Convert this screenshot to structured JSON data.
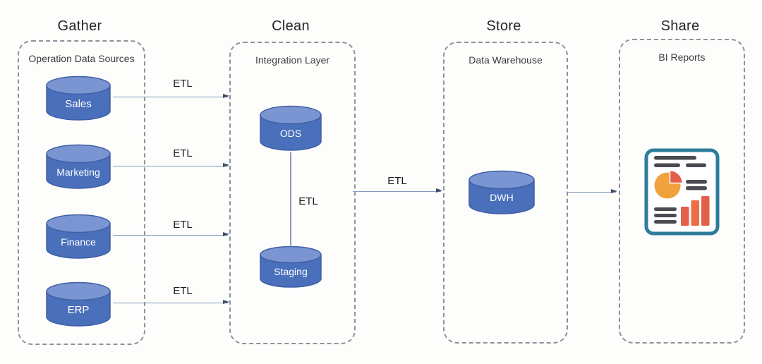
{
  "labels": {
    "etl": "ETL"
  },
  "sections": [
    {
      "id": "gather",
      "header": "Gather",
      "label": "Operation Data Sources"
    },
    {
      "id": "clean",
      "header": "Clean",
      "label": "Integration Layer"
    },
    {
      "id": "store",
      "header": "Store",
      "label": "Data Warehouse"
    },
    {
      "id": "share",
      "header": "Share",
      "label": "BI Reports"
    }
  ],
  "cylinders": {
    "sales": "Sales",
    "marketing": "Marketing",
    "finance": "Finance",
    "erp": "ERP",
    "ods": "ODS",
    "staging": "Staging",
    "dwh": "DWH"
  },
  "flow": [
    "Sales -ETL-> Integration Layer",
    "Marketing -ETL-> Integration Layer",
    "Finance -ETL-> Integration Layer",
    "ERP -ETL-> Integration Layer",
    "ODS -ETL-> Staging",
    "Integration Layer -ETL-> Data Warehouse",
    "Data Warehouse -> BI Reports"
  ],
  "colors": {
    "cylinder_body": "#4a6fbb",
    "cylinder_top": "#7b95d2",
    "cylinder_border": "#3f5fa5",
    "cylinder_text": "#ffffff",
    "box_border": "#8f9299",
    "arrow_line": "#8398ba",
    "arrow_head": "#3f4e69",
    "header_text": "#262626",
    "icon_border": "#2e7c9c",
    "icon_line": "#4a4a52",
    "icon_pie": "#f0a23c",
    "icon_pie_slice": "#e2604a",
    "icon_bar": "#e2604a",
    "icon_bar_alt": "#ed6e45"
  }
}
